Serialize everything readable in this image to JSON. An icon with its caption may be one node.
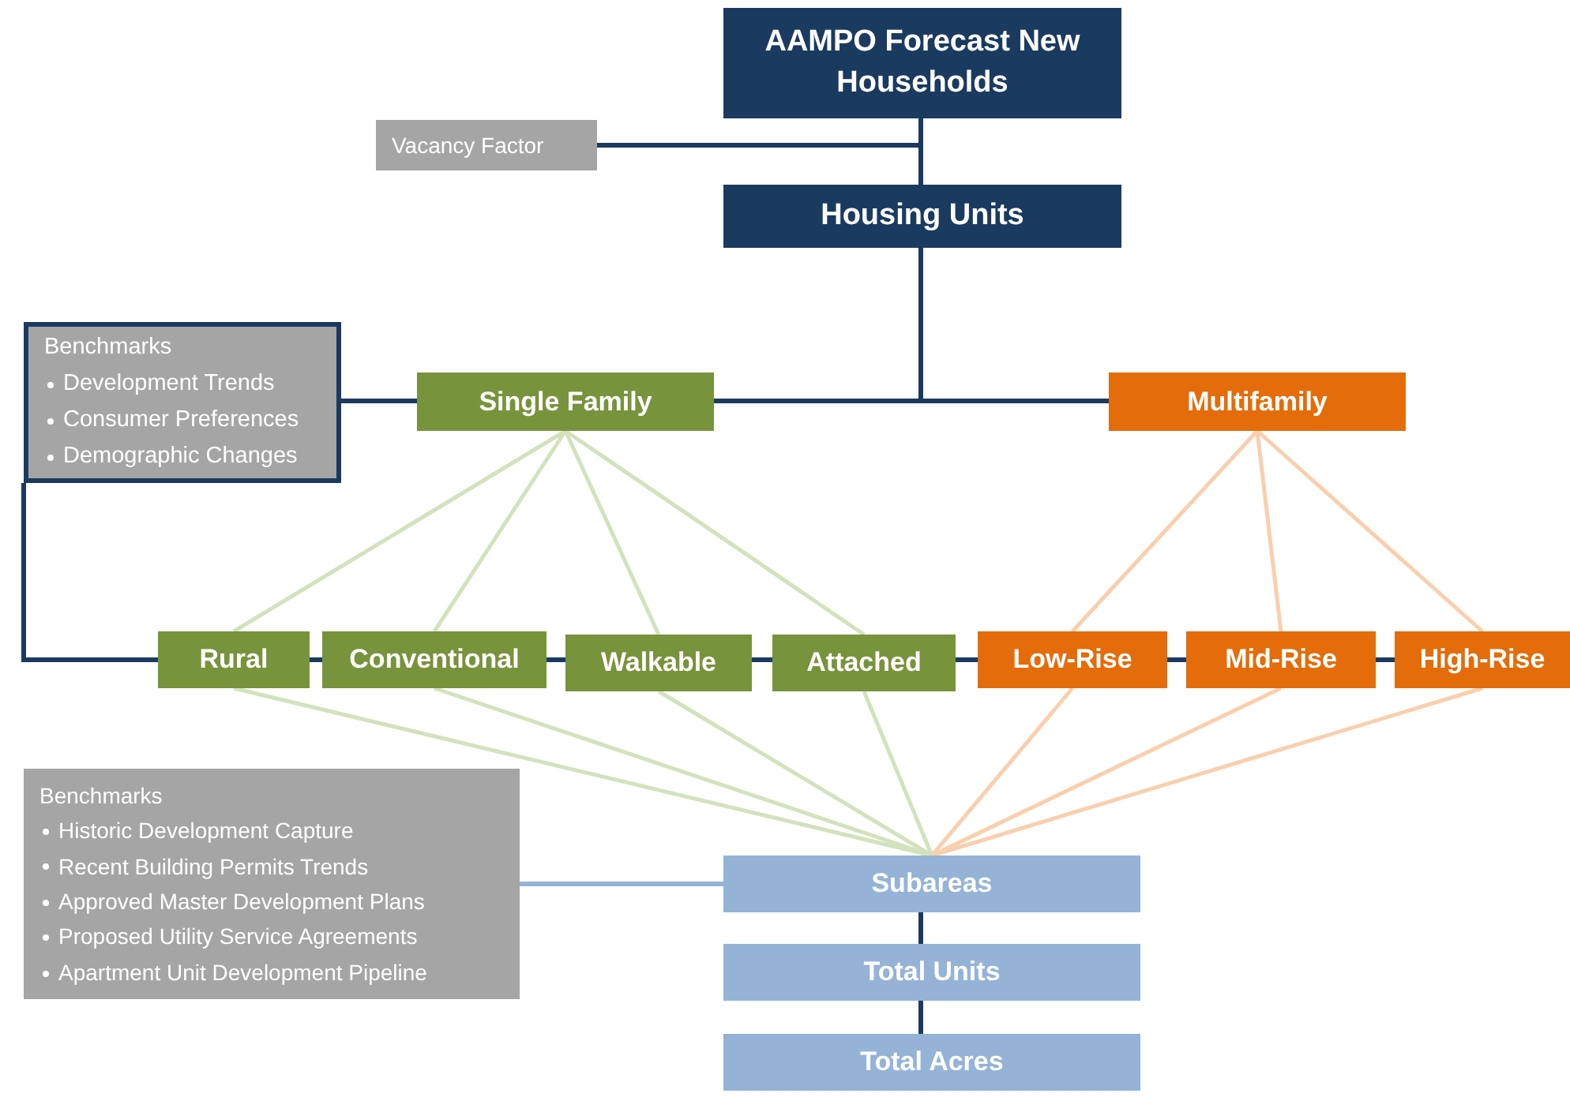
{
  "diagram": {
    "nodes": [
      {
        "text": [
          "AAMPO Forecast New Households"
        ]
      },
      {
        "text": [
          "Vacancy Factor"
        ]
      },
      {
        "text": [
          "Housing Units"
        ]
      },
      {
        "text": [
          "Benchmarks",
          "Development Trends",
          "Consumer Preferences",
          "Demographic Changes"
        ]
      },
      {
        "text": [
          "Single Family"
        ]
      },
      {
        "text": [
          "Multifamily"
        ]
      },
      {
        "text": [
          "Rural"
        ]
      },
      {
        "text": [
          "Conventional"
        ]
      },
      {
        "text": [
          "Walkable"
        ]
      },
      {
        "text": [
          "Attached"
        ]
      },
      {
        "text": [
          "Low-Rise"
        ]
      },
      {
        "text": [
          "Mid-Rise"
        ]
      },
      {
        "text": [
          "High-Rise"
        ]
      },
      {
        "text": [
          "Benchmarks",
          "Historic Development Capture",
          "Recent Building Permits Trends",
          "Approved Master Development Plans",
          "Proposed Utility Service Agreements",
          "Apartment Unit Development Pipeline"
        ]
      },
      {
        "text": [
          "Subareas"
        ]
      },
      {
        "text": [
          "Total Units"
        ]
      },
      {
        "text": [
          "Total Acres"
        ]
      }
    ],
    "edges": [
      {
        "from": 0,
        "to": 2,
        "arrow": "none"
      },
      {
        "from": 1,
        "to": 2,
        "arrow": "none"
      },
      {
        "from": 2,
        "to": 4,
        "arrow": "none"
      },
      {
        "from": 2,
        "to": 5,
        "arrow": "none"
      },
      {
        "from": 3,
        "to": 4,
        "arrow": "none"
      },
      {
        "from": 3,
        "to": 6,
        "arrow": "none"
      },
      {
        "from": 6,
        "to": 7,
        "arrow": "none"
      },
      {
        "from": 7,
        "to": 8,
        "arrow": "none"
      },
      {
        "from": 8,
        "to": 9,
        "arrow": "none"
      },
      {
        "from": 9,
        "to": 10,
        "arrow": "none"
      },
      {
        "from": 10,
        "to": 11,
        "arrow": "none"
      },
      {
        "from": 11,
        "to": 12,
        "arrow": "none"
      },
      {
        "from": 4,
        "to": 6,
        "arrow": "none",
        "color": "#d3e2bd"
      },
      {
        "from": 4,
        "to": 7,
        "arrow": "none",
        "color": "#d3e2bd"
      },
      {
        "from": 4,
        "to": 8,
        "arrow": "none",
        "color": "#d3e2bd"
      },
      {
        "from": 4,
        "to": 9,
        "arrow": "none",
        "color": "#d3e2bd"
      },
      {
        "from": 5,
        "to": 10,
        "arrow": "none",
        "color": "#f9cfae"
      },
      {
        "from": 5,
        "to": 11,
        "arrow": "none",
        "color": "#f9cfae"
      },
      {
        "from": 5,
        "to": 12,
        "arrow": "none",
        "color": "#f9cfae"
      },
      {
        "from": 6,
        "to": 14,
        "arrow": "none",
        "color": "#d3e2bd"
      },
      {
        "from": 7,
        "to": 14,
        "arrow": "none",
        "color": "#d3e2bd"
      },
      {
        "from": 8,
        "to": 14,
        "arrow": "none",
        "color": "#d3e2bd"
      },
      {
        "from": 9,
        "to": 14,
        "arrow": "none",
        "color": "#d3e2bd"
      },
      {
        "from": 10,
        "to": 14,
        "arrow": "none",
        "color": "#f9cfae"
      },
      {
        "from": 11,
        "to": 14,
        "arrow": "none",
        "color": "#f9cfae"
      },
      {
        "from": 12,
        "to": 14,
        "arrow": "none",
        "color": "#f9cfae"
      },
      {
        "from": 13,
        "to": 14,
        "arrow": "none",
        "color": "#95b3d7"
      },
      {
        "from": 14,
        "to": 15,
        "arrow": "none"
      },
      {
        "from": 15,
        "to": 16,
        "arrow": "none"
      }
    ]
  }
}
